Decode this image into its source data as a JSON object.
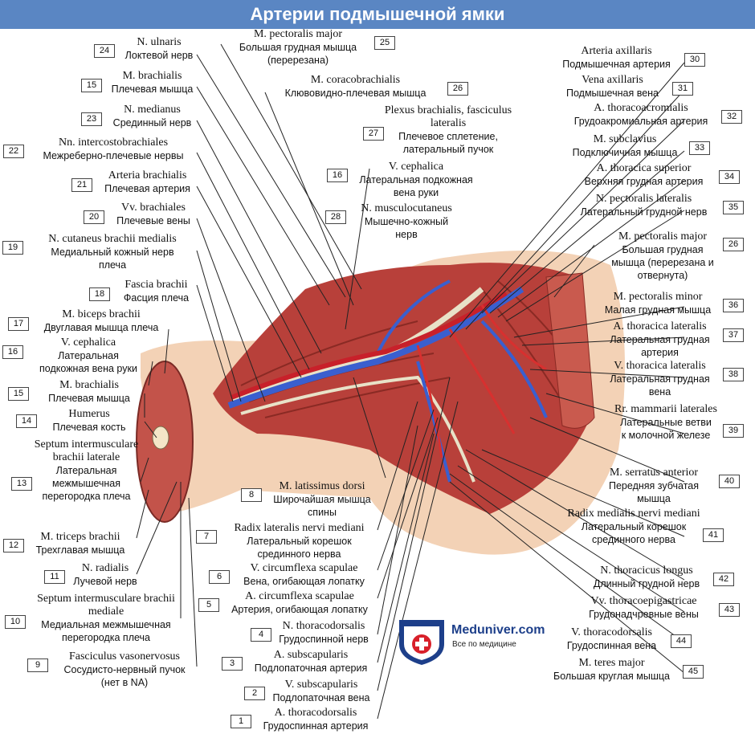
{
  "title": "Артерии подмышечной ямки",
  "logo": {
    "name": "Meduniver.com",
    "tagline": "Все по медицине"
  },
  "labels": [
    {
      "num": "24",
      "la": "N. ulnaris",
      "ru": "Локтевой нерв"
    },
    {
      "num": "15",
      "la": "M. brachialis",
      "ru": "Плечевая мышца"
    },
    {
      "num": "23",
      "la": "N. medianus",
      "ru": "Срединный нерв"
    },
    {
      "num": "22",
      "la": "Nn. intercostobrachiales",
      "ru": "Межреберно-плечевые нервы"
    },
    {
      "num": "21",
      "la": "Arteria brachialis",
      "ru": "Плечевая артерия"
    },
    {
      "num": "20",
      "la": "Vv. brachiales",
      "ru": "Плечевые вены"
    },
    {
      "num": "19",
      "la": "N. cutaneus brachii medialis",
      "ru": "Медиальный кожный нерв",
      "ru2": "плеча"
    },
    {
      "num": "18",
      "la": "Fascia brachii",
      "ru": "Фасция плеча"
    },
    {
      "num": "17",
      "la": "M. biceps brachii",
      "ru": "Двуглавая мышца плеча"
    },
    {
      "num": "16",
      "la": "V. cephalica",
      "ru": "Латеральная",
      "ru2": "подкожная вена руки"
    },
    {
      "num": "15",
      "la": "M. brachialis",
      "ru": "Плечевая мышца"
    },
    {
      "num": "14",
      "la": "Humerus",
      "ru": "Плечевая кость"
    },
    {
      "num": "13",
      "la": "Septum intermusculare brachii laterale",
      "ru": "Латеральная межмышечная перегородка плеча"
    },
    {
      "num": "12",
      "la": "M. triceps brachii",
      "ru": "Трехглавая мышца"
    },
    {
      "num": "11",
      "la": "N. radialis",
      "ru": "Лучевой нерв"
    },
    {
      "num": "10",
      "la": "Septum intermusculare brachii mediale",
      "ru": "Медиальная межмышечная перегородка плеча"
    },
    {
      "num": "9",
      "la": "Fasciculus vasonervosus",
      "ru": "Сосудисто-нервный пучок",
      "ru2": "(нет в NA)"
    },
    {
      "num": "25",
      "la": "M. pectoralis major",
      "ru": "Большая грудная мышца",
      "ru2": "(перерезана)"
    },
    {
      "num": "26",
      "la": "M. coracobrachialis",
      "ru": "Клювовидно-плечевая мышца"
    },
    {
      "num": "27",
      "la": "Plexus brachialis, fasciculus lateralis",
      "ru": "Плечевое сплетение,",
      "ru2": "латеральный пучок"
    },
    {
      "num": "16",
      "la": "V. cephalica",
      "ru": "Латеральная подкожная",
      "ru2": "вена руки"
    },
    {
      "num": "28",
      "la": "N. musculocutaneus",
      "ru": "Мышечно-кожный",
      "ru2": "нерв"
    },
    {
      "num": "8",
      "la": "M. latissimus dorsi",
      "ru": "Широчайшая мышца",
      "ru2": "спины"
    },
    {
      "num": "7",
      "la": "Radix lateralis nervi mediani",
      "ru": "Латеральный корешок",
      "ru2": "срединного нерва"
    },
    {
      "num": "6",
      "la": "V. circumflexa scapulae",
      "ru": "Вена, огибающая лопатку"
    },
    {
      "num": "5",
      "la": "A. circumflexa scapulae",
      "ru": "Артерия, огибающая лопатку"
    },
    {
      "num": "4",
      "la": "N. thoracodorsalis",
      "ru": "Грудоспинной нерв"
    },
    {
      "num": "3",
      "la": "A. subscapularis",
      "ru": "Подлопаточная артерия"
    },
    {
      "num": "2",
      "la": "V. subscapularis",
      "ru": "Подлопаточная вена"
    },
    {
      "num": "1",
      "la": "A. thoracodorsalis",
      "ru": "Грудоспинная артерия"
    },
    {
      "num": "30",
      "la": "Arteria axillaris",
      "ru": "Подмышечная артерия"
    },
    {
      "num": "31",
      "la": "Vena axillaris",
      "ru": "Подмышечная вена"
    },
    {
      "num": "32",
      "la": "A. thoracoacromialis",
      "ru": "Грудоакромиальная артерия"
    },
    {
      "num": "33",
      "la": "M. subclavius",
      "ru": "Подключичная мышца"
    },
    {
      "num": "34",
      "la": "A. thoracica superior",
      "ru": "Верхняя грудная артерия"
    },
    {
      "num": "35",
      "la": "N. pectoralis lateralis",
      "ru": "Латеральный грудной нерв"
    },
    {
      "num": "26",
      "la": "M. pectoralis major",
      "ru": "Большая грудная мышца (перерезана и отвернута)"
    },
    {
      "num": "36",
      "la": "M. pectoralis minor",
      "ru": "Малая грудная мышца"
    },
    {
      "num": "37",
      "la": "A. thoracica lateralis",
      "ru": "Латеральная грудная",
      "ru2": "артерия"
    },
    {
      "num": "38",
      "la": "V. thoracica lateralis",
      "ru": "Латеральная грудная",
      "ru2": "вена"
    },
    {
      "num": "39",
      "la": "Rr. mammarii laterales",
      "ru": "Латеральные ветви",
      "ru2": "к молочной железе"
    },
    {
      "num": "40",
      "la": "M. serratus anterior",
      "ru": "Передняя зубчатая",
      "ru2": "мышца"
    },
    {
      "num": "41",
      "la": "Radix medialis nervi mediani",
      "ru": "Латеральный корешок",
      "ru2": "срединного нерва"
    },
    {
      "num": "42",
      "la": "N. thoracicus longus",
      "ru": "Длинный грудной нерв"
    },
    {
      "num": "43",
      "la": "Vv. thoracoepigastricae",
      "ru": "Грудонадчревные вены"
    },
    {
      "num": "44",
      "la": "V. thoracodorsalis",
      "ru": "Грудоспинная вена"
    },
    {
      "num": "45",
      "la": "M. teres major",
      "ru": "Большая круглая мышца"
    }
  ],
  "colors": {
    "title_bg": "#5a86c3",
    "artery": "#c8202a",
    "vein": "#3a5fcf",
    "nerve": "#e8e2c8",
    "muscle": "#b8403a",
    "skin": "#f3d2b6"
  }
}
